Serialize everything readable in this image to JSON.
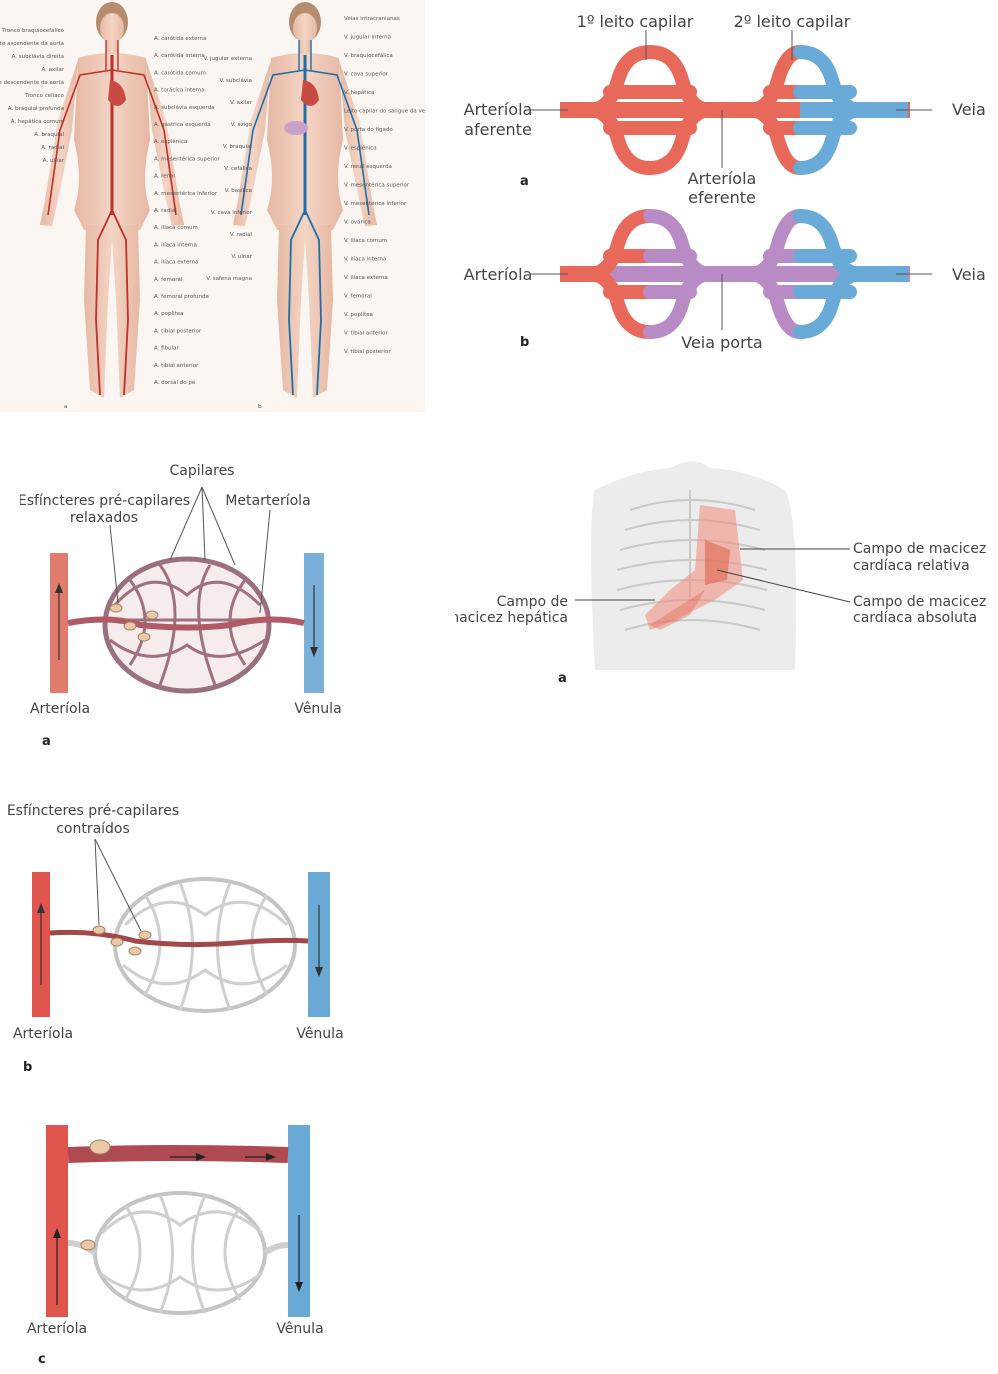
{
  "anatomy": {
    "arterial_labels_left": [
      "Tronco braquiocefálico",
      "Parte ascendente da aorta",
      "A. subclávia direita",
      "A. axilar",
      "Parte descendente da aorta",
      "Tronco celíaco",
      "A. braquial profunda",
      "A. hepática comum",
      "A. braquial",
      "A. radial",
      "A. ulnar"
    ],
    "arterial_labels_right": [
      "A. carótida externa",
      "A. carótida interna",
      "A. carótida comum",
      "A. torácica interna",
      "A. subclávia esquerda",
      "A. gástrica esquerda",
      "A. esplênica",
      "A. mesentérica superior",
      "A. renal",
      "A. mesentérica inferior",
      "A. radial",
      "A. ilíaca comum",
      "A. ilíaca interna",
      "A. ilíaca externa",
      "A. femoral",
      "A. femoral profunda",
      "A. poplítea",
      "A. tibial posterior",
      "A. fibular",
      "A. tibial anterior",
      "A. dorsal do pé"
    ],
    "venous_labels_left": [
      "V. jugular externa",
      "V. subclávia",
      "V. axilar",
      "V. ázigo",
      "V. braquial",
      "V. cefálica",
      "V. basílica",
      "V. cava inferior",
      "V. radial",
      "V. ulnar",
      "V. safena magna"
    ],
    "venous_labels_right": [
      "Veias intracranianas",
      "V. jugular interna",
      "V. braquiocefálica",
      "V. cava superior",
      "V. hepática",
      "Leito capilar do sangue da veia porta",
      "V. porta do fígado",
      "V. esplênica",
      "V. renal esquerda",
      "V. mesentérica superior",
      "V. mesentérica inferior",
      "V. ovárica",
      "V. ilíaca comum",
      "V. ilíaca interna",
      "V. ilíaca externa",
      "V. femoral",
      "V. poplítea",
      "V. tibial anterior",
      "V. tibial posterior"
    ],
    "letter_a": "a",
    "letter_b": "b"
  },
  "portal": {
    "first_bed": "1º leito capilar",
    "second_bed": "2º leito capilar",
    "arteriole_afferent_1": "Arteríola",
    "arteriole_afferent_2": "aferente",
    "vein": "Veia",
    "arteriole_efferent_1": "Arteríola",
    "arteriole_efferent_2": "eferente",
    "letter_a": "a",
    "arteriole": "Arteríola",
    "vein_b": "Veia",
    "portal_vein": "Veia porta",
    "letter_b": "b",
    "colors": {
      "arterial": "#e8685a",
      "venous": "#6aaad8",
      "portal": "#b98bc4"
    }
  },
  "micro_a": {
    "capillaries": "Capilares",
    "sphincters_1": "Esfíncteres pré-capilares",
    "sphincters_2": "relaxados",
    "metarteriole": "Metarteríola",
    "arteriole": "Arteríola",
    "venule": "Vênula",
    "letter": "a"
  },
  "micro_b": {
    "sphincters_1": "Esfíncteres pré-capilares",
    "sphincters_2": "contraídos",
    "arteriole": "Arteríola",
    "venule": "Vênula",
    "letter": "b"
  },
  "micro_c": {
    "arteriole": "Arteríola",
    "venule": "Vênula",
    "letter": "c"
  },
  "dullness": {
    "relative_1": "Campo de macicez",
    "relative_2": "cardíaca relativa",
    "absolute_1": "Campo de macicez",
    "absolute_2": "cardíaca absoluta",
    "hepatic_1": "Campo de",
    "hepatic_2": "macicez hepática",
    "letter": "a"
  }
}
